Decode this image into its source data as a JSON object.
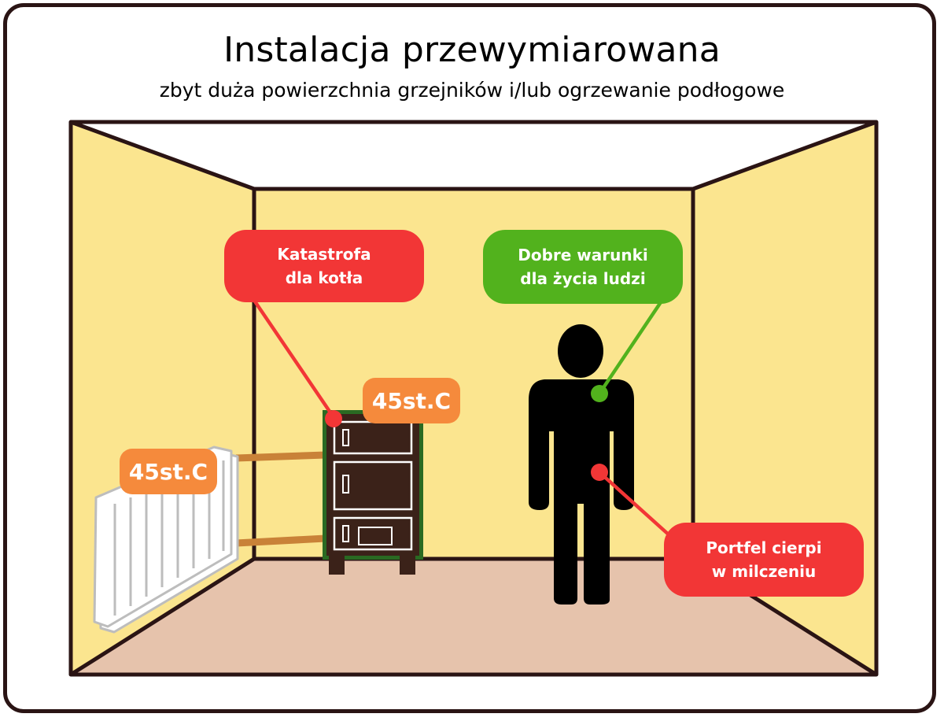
{
  "title": "Instalacja przewymiarowana",
  "subtitle": "zbyt duża powierzchnia grzejników i/lub ogrzewanie podłogowe",
  "callouts": {
    "boiler": {
      "line1": "Katastrofa",
      "line2": "dla kotła"
    },
    "people": {
      "line1": "Dobre warunki",
      "line2": "dla życia ludzi"
    },
    "wallet": {
      "line1": "Portfel cierpi",
      "line2": "w milczeniu"
    }
  },
  "temperatures": {
    "radiator": "45st.C",
    "boiler": "45st.C"
  },
  "colors": {
    "wall": "#fbe58f",
    "floor": "#e6c3ac",
    "outline": "#2a1414",
    "red": "#f23636",
    "green": "#52b21d",
    "orange": "#f58a3c",
    "pipe": "#c98238",
    "boiler_body": "#3b2219",
    "boiler_frame": "#2a6a22",
    "person": "#000000"
  }
}
